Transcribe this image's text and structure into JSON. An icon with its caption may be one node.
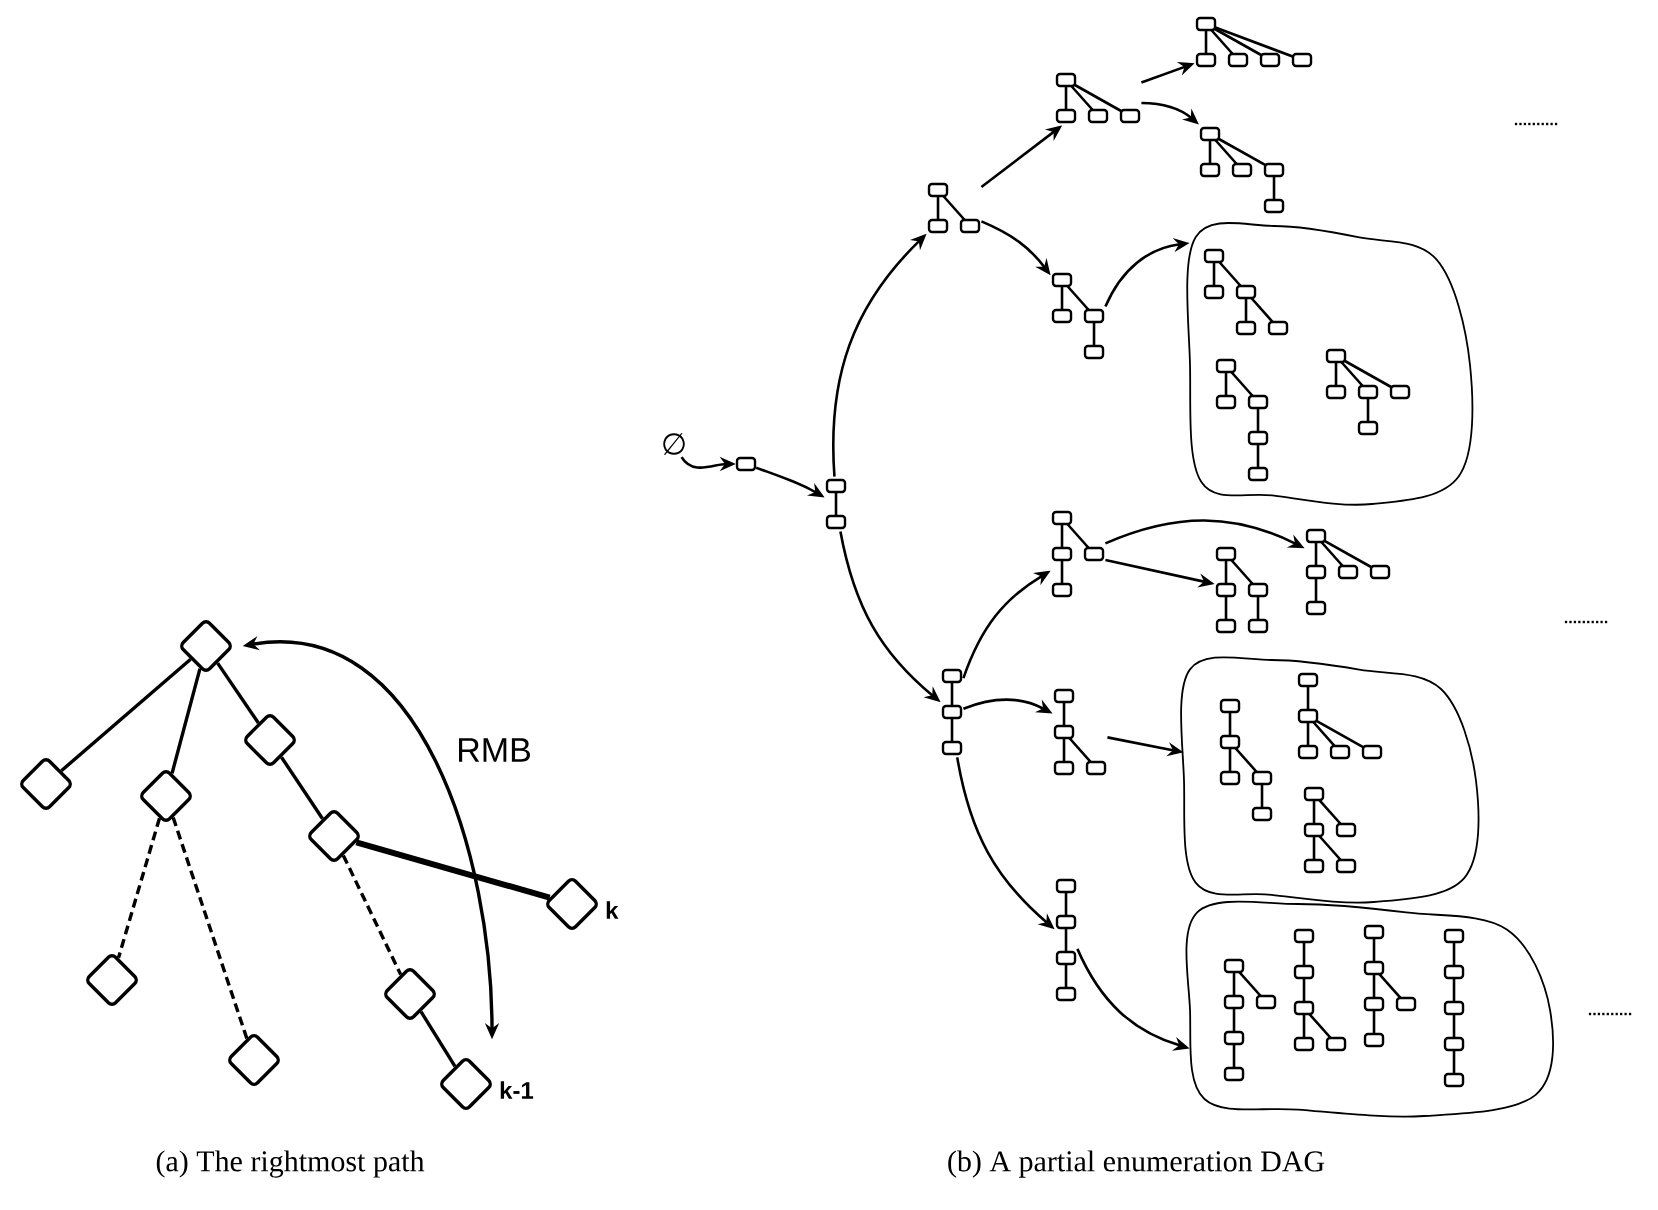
{
  "diagram": {
    "nodes": [
      {
        "text": [],
        "shape": "diamond"
      },
      {
        "text": [],
        "shape": "diamond"
      },
      {
        "text": [],
        "shape": "diamond"
      },
      {
        "text": [],
        "shape": "diamond"
      },
      {
        "text": [],
        "shape": "diamond"
      },
      {
        "text": [],
        "shape": "diamond",
        "beside": [
          "k"
        ]
      },
      {
        "text": [],
        "shape": "diamond"
      },
      {
        "text": [],
        "shape": "diamond"
      },
      {
        "text": [],
        "shape": "diamond"
      },
      {
        "text": [],
        "shape": "diamond",
        "beside": [
          "k-1"
        ]
      },
      {
        "text": [
          "∅"
        ]
      },
      {
        "text": [],
        "shape": "box"
      },
      {
        "text": [],
        "shape": "picture"
      },
      {
        "text": [],
        "shape": "picture"
      },
      {
        "text": [],
        "shape": "picture"
      },
      {
        "text": [],
        "shape": "picture"
      },
      {
        "text": [],
        "shape": "picture"
      },
      {
        "text": [],
        "shape": "picture"
      },
      {
        "text": [],
        "shape": "cloud"
      },
      {
        "text": [],
        "shape": "picture",
        "in": 18
      },
      {
        "text": [],
        "shape": "picture",
        "in": 18
      },
      {
        "text": [],
        "shape": "picture",
        "in": 18
      },
      {
        "text": [],
        "shape": "picture"
      },
      {
        "text": [],
        "shape": "picture"
      },
      {
        "text": [],
        "shape": "picture"
      },
      {
        "text": [],
        "shape": "picture"
      },
      {
        "text": [],
        "shape": "picture"
      },
      {
        "text": [],
        "shape": "cloud"
      },
      {
        "text": [],
        "shape": "picture",
        "in": 27
      },
      {
        "text": [],
        "shape": "picture",
        "in": 27
      },
      {
        "text": [],
        "shape": "picture",
        "in": 27
      },
      {
        "text": [],
        "shape": "picture"
      },
      {
        "text": [],
        "shape": "cloud"
      },
      {
        "text": [],
        "shape": "picture",
        "in": 32
      },
      {
        "text": [],
        "shape": "picture",
        "in": 32
      },
      {
        "text": [],
        "shape": "picture",
        "in": 32
      },
      {
        "text": [],
        "shape": "picture",
        "in": 32
      }
    ],
    "edges": [
      {
        "from": 0,
        "to": 1,
        "arrow": "none"
      },
      {
        "from": 0,
        "to": 2,
        "arrow": "none"
      },
      {
        "from": 0,
        "to": 3,
        "arrow": "none"
      },
      {
        "from": 3,
        "to": 4,
        "arrow": "none"
      },
      {
        "from": 4,
        "to": 5,
        "arrow": "none",
        "style": "thick"
      },
      {
        "from": 2,
        "to": 6,
        "arrow": "none",
        "style": "dashed"
      },
      {
        "from": 2,
        "to": 7,
        "arrow": "none",
        "style": "dashed"
      },
      {
        "from": 4,
        "to": 8,
        "arrow": "none",
        "style": "dashed"
      },
      {
        "from": 8,
        "to": 9,
        "arrow": "none"
      },
      {
        "from": 9,
        "to": 0,
        "arrow": "both",
        "label": "RMB"
      },
      {
        "from": 10,
        "to": 11,
        "arrow": "to"
      },
      {
        "from": 11,
        "to": 12,
        "arrow": "to"
      },
      {
        "from": 12,
        "to": 13,
        "arrow": "to"
      },
      {
        "from": 12,
        "to": 22,
        "arrow": "to"
      },
      {
        "from": 13,
        "to": 14,
        "arrow": "to"
      },
      {
        "from": 13,
        "to": 17,
        "arrow": "to"
      },
      {
        "from": 14,
        "to": 15,
        "arrow": "to"
      },
      {
        "from": 14,
        "to": 16,
        "arrow": "to"
      },
      {
        "from": 17,
        "to": 18,
        "arrow": "to"
      },
      {
        "from": 22,
        "to": 23,
        "arrow": "to"
      },
      {
        "from": 22,
        "to": 26,
        "arrow": "to"
      },
      {
        "from": 22,
        "to": 31,
        "arrow": "to"
      },
      {
        "from": 23,
        "to": 25,
        "arrow": "to"
      },
      {
        "from": 23,
        "to": 24,
        "arrow": "to"
      },
      {
        "from": 26,
        "to": 27,
        "arrow": "to"
      },
      {
        "from": 31,
        "to": 32,
        "arrow": "to"
      }
    ],
    "labels": [
      "..........",
      "..........",
      "..........",
      "(a) The rightmost path",
      "(b) A partial enumeration DAG"
    ]
  }
}
